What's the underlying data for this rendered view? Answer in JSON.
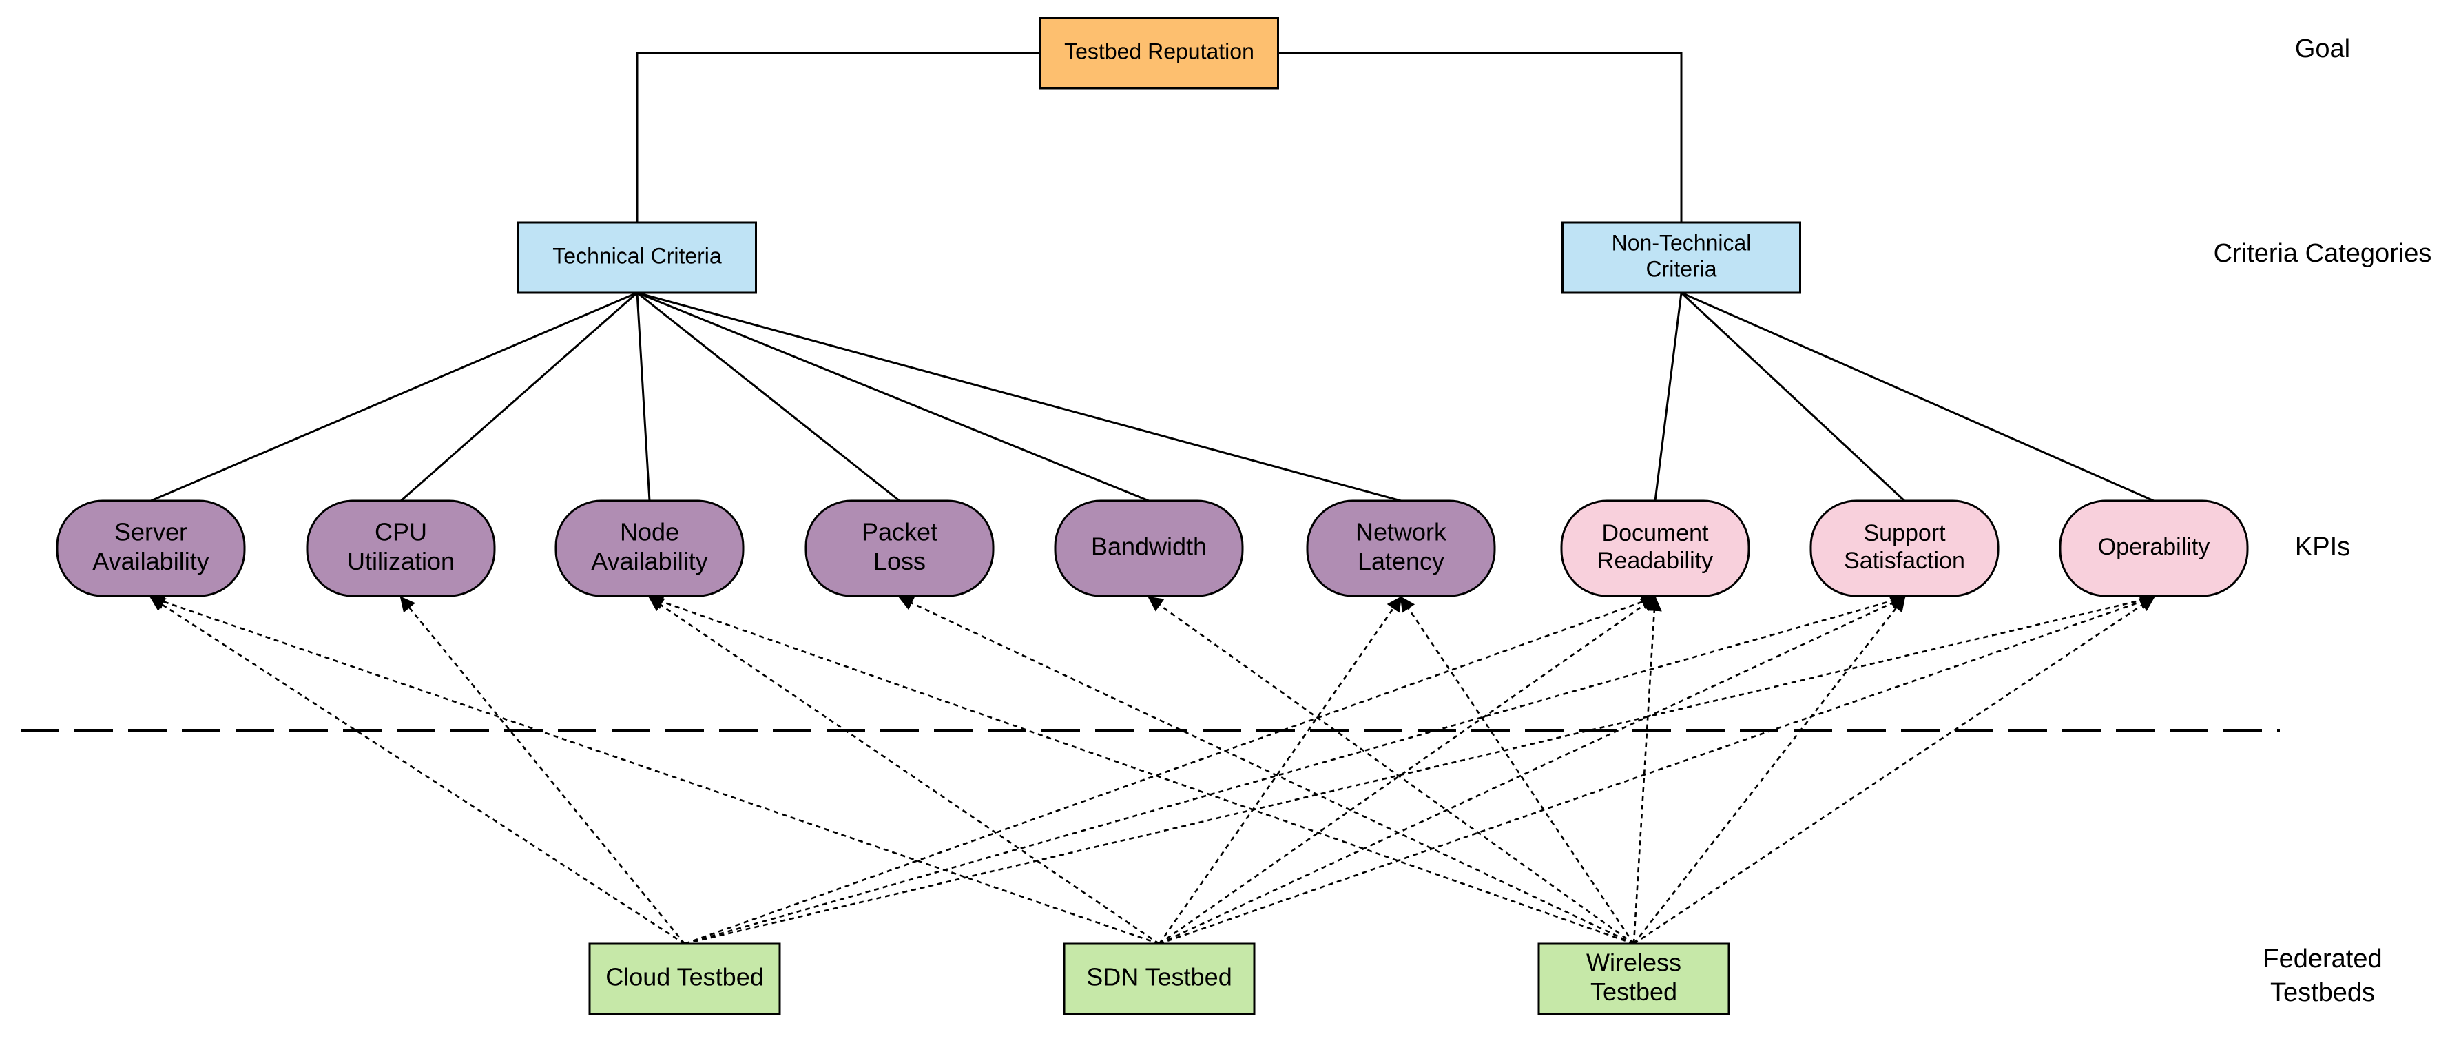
{
  "goal": {
    "label": "Testbed Reputation",
    "color": "#FDBF6F"
  },
  "categories": [
    {
      "id": "technical",
      "lines": [
        "Technical Criteria"
      ],
      "color": "#BFE3F5"
    },
    {
      "id": "nontechnical",
      "lines": [
        "Non-Technical",
        "Criteria"
      ],
      "color": "#BFE3F5"
    }
  ],
  "kpis": [
    {
      "id": "server",
      "lines": [
        "Server",
        "Availability"
      ],
      "category": "technical",
      "color": "#B08DB3"
    },
    {
      "id": "cpu",
      "lines": [
        "CPU",
        "Utilization"
      ],
      "category": "technical",
      "color": "#B08DB3"
    },
    {
      "id": "node",
      "lines": [
        "Node",
        "Availability"
      ],
      "category": "technical",
      "color": "#B08DB3"
    },
    {
      "id": "packet",
      "lines": [
        "Packet",
        "Loss"
      ],
      "category": "technical",
      "color": "#B08DB3"
    },
    {
      "id": "bandwidth",
      "lines": [
        "Bandwidth"
      ],
      "category": "technical",
      "color": "#B08DB3"
    },
    {
      "id": "latency",
      "lines": [
        "Network",
        "Latency"
      ],
      "category": "technical",
      "color": "#B08DB3"
    },
    {
      "id": "document",
      "lines": [
        "Document",
        "Readability"
      ],
      "category": "nontechnical",
      "color": "#F8D0DC"
    },
    {
      "id": "support",
      "lines": [
        "Support",
        "Satisfaction"
      ],
      "category": "nontechnical",
      "color": "#F8D0DC"
    },
    {
      "id": "operability",
      "lines": [
        "Operability"
      ],
      "category": "nontechnical",
      "color": "#F8D0DC"
    }
  ],
  "testbeds": [
    {
      "id": "cloud",
      "lines": [
        "Cloud Testbed"
      ],
      "color": "#C6E8A8",
      "links": [
        "server",
        "cpu",
        "document",
        "support",
        "operability"
      ]
    },
    {
      "id": "sdn",
      "lines": [
        "SDN Testbed"
      ],
      "color": "#C6E8A8",
      "links": [
        "server",
        "node",
        "latency",
        "document",
        "support",
        "operability"
      ]
    },
    {
      "id": "wireless",
      "lines": [
        "Wireless",
        "Testbed"
      ],
      "color": "#C6E8A8",
      "links": [
        "node",
        "packet",
        "bandwidth",
        "latency",
        "document",
        "support",
        "operability"
      ]
    }
  ],
  "level_labels": {
    "goal": "Goal",
    "categories": "Criteria Categories",
    "kpis": "KPIs",
    "testbeds": [
      "Federated",
      "Testbeds"
    ]
  }
}
